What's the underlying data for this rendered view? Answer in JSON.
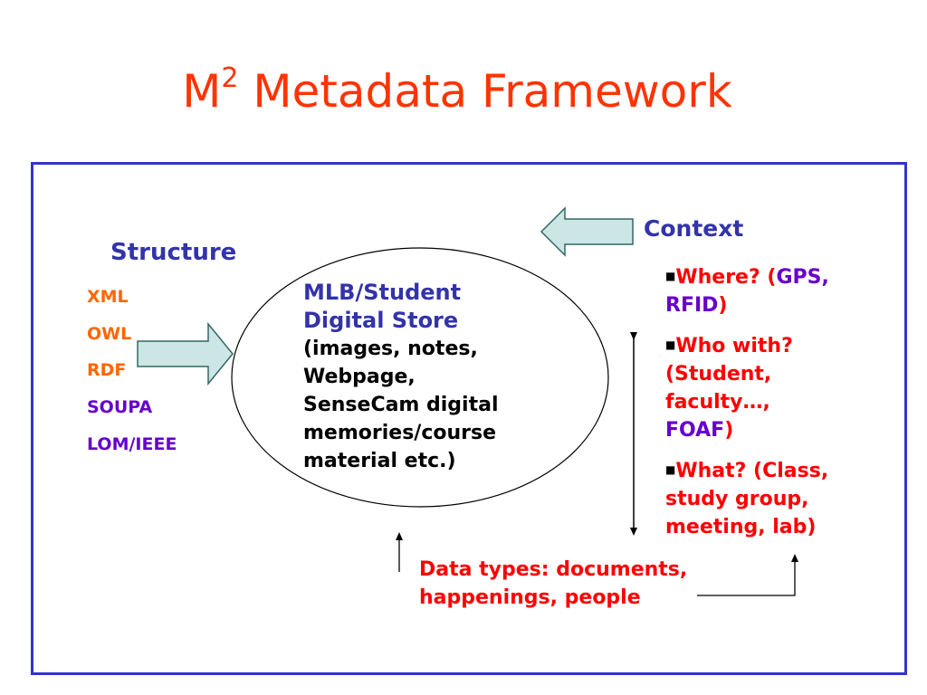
{
  "title": {
    "main": "M",
    "superscript": "2",
    "rest": " Metadata Framework"
  },
  "structure": {
    "heading": "Structure",
    "items": [
      "XML",
      "OWL",
      "RDF",
      "SOUPA",
      "LOM/IEEE"
    ],
    "colors": [
      "#ff6600",
      "#ff6600",
      "#ff6600",
      "#6600cc",
      "#6600cc"
    ]
  },
  "store": {
    "heading_line1": "MLB/Student",
    "heading_line2": "Digital Store",
    "lines": [
      "(images, notes,",
      "Webpage,",
      "SenseCam digital",
      "memories/course",
      "material etc.)"
    ]
  },
  "context": {
    "heading": "Context",
    "where_prefix": "Where? (",
    "where_gps": "GPS,",
    "where_rfid": "RFID",
    "where_close": ")",
    "who_line1": "Who with?",
    "who_line2": "(Student,",
    "who_line3": "faculty…,",
    "who_foaf": "FOAF",
    "who_close": ")",
    "what_line1": "What? (Class,",
    "what_line2": "study group,",
    "what_line3": "meeting, lab)"
  },
  "data_types": {
    "line1": "Data types: documents,",
    "line2": "happenings, people"
  },
  "colors": {
    "title": "#ff3300",
    "frame": "#3333cc",
    "arrow_fill": "#cce5e5",
    "heading": "#3333aa"
  }
}
